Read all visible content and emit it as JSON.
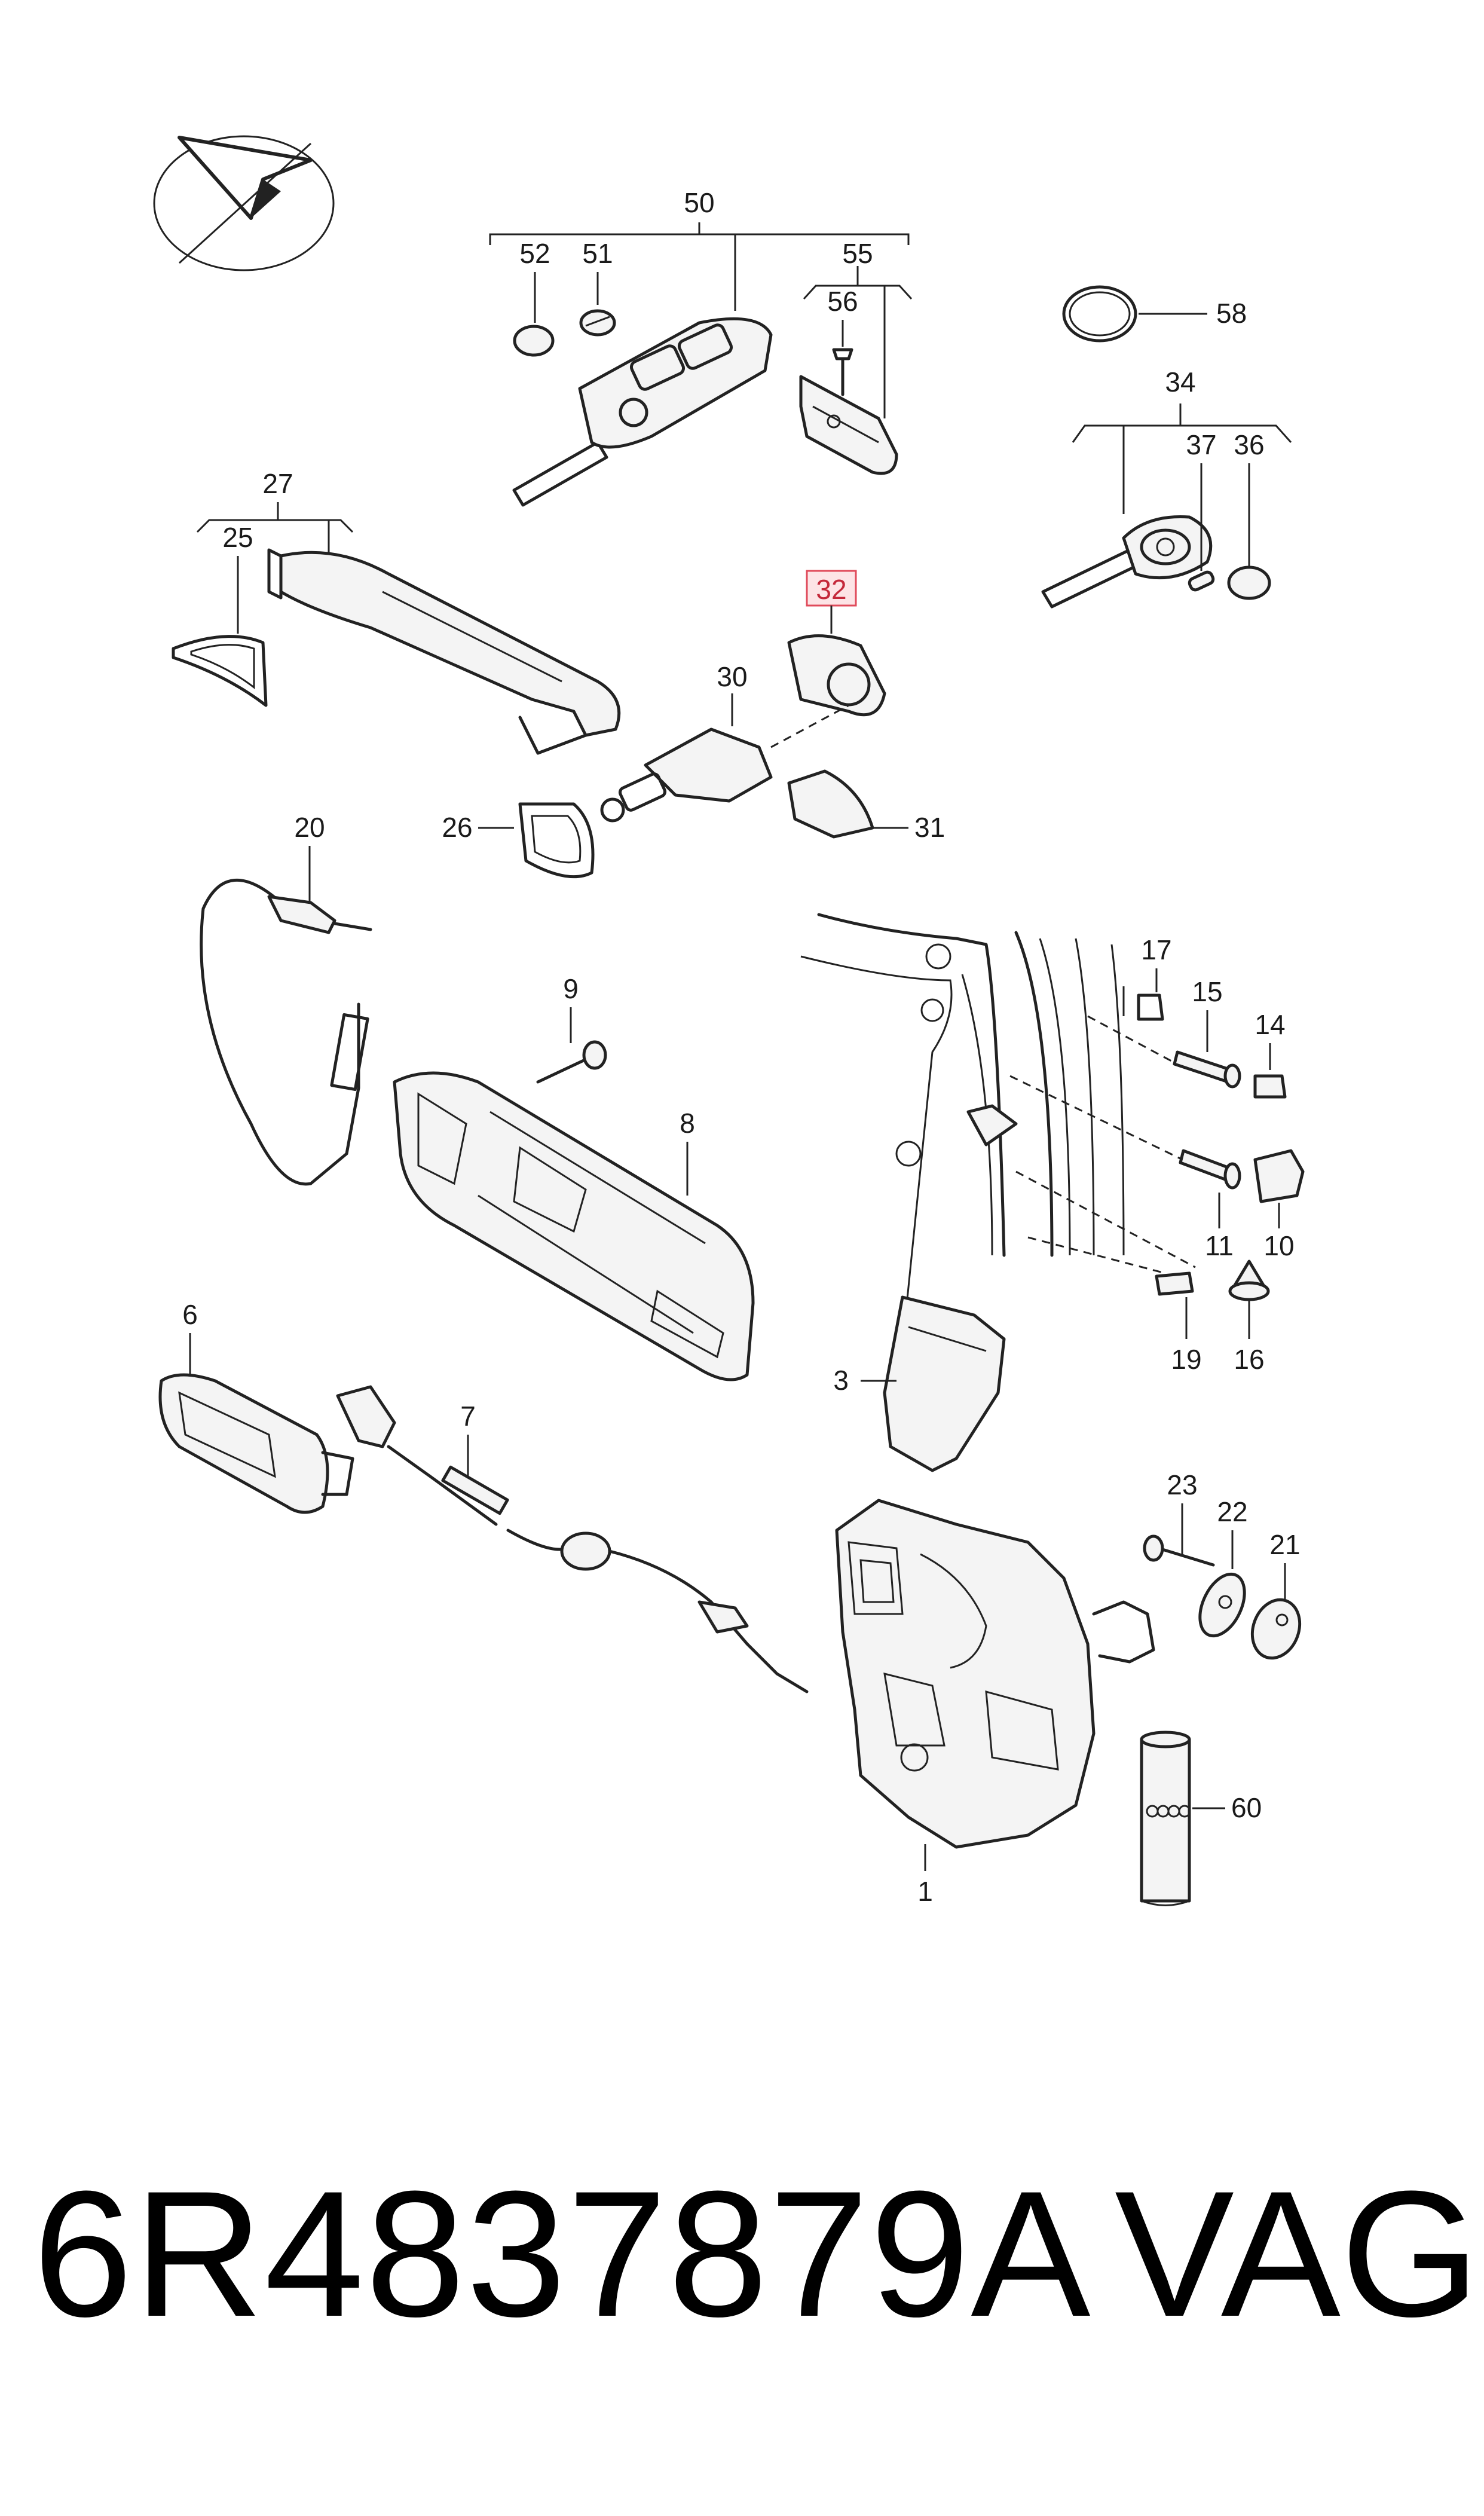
{
  "labels": {
    "l1": "1",
    "l3": "3",
    "l6": "6",
    "l7": "7",
    "l8": "8",
    "l9": "9",
    "l10": "10",
    "l11": "11",
    "l14": "14",
    "l15": "15",
    "l16": "16",
    "l17": "17",
    "l19": "19",
    "l20": "20",
    "l21": "21",
    "l22": "22",
    "l23": "23",
    "l25": "25",
    "l26": "26",
    "l27": "27",
    "l30": "30",
    "l31": "31",
    "l32": "32",
    "l34": "34",
    "l36": "36",
    "l37": "37",
    "l50": "50",
    "l51": "51",
    "l52": "52",
    "l55": "55",
    "l56": "56",
    "l58": "58",
    "l60": "60"
  },
  "highlight": {
    "label": "32",
    "border_color": "#e04a5a",
    "fill_color": "#fde4e6"
  },
  "part_number": "6R4837879A",
  "brand": "VAG",
  "icons": {
    "logo": "compass-arrow-icon"
  }
}
